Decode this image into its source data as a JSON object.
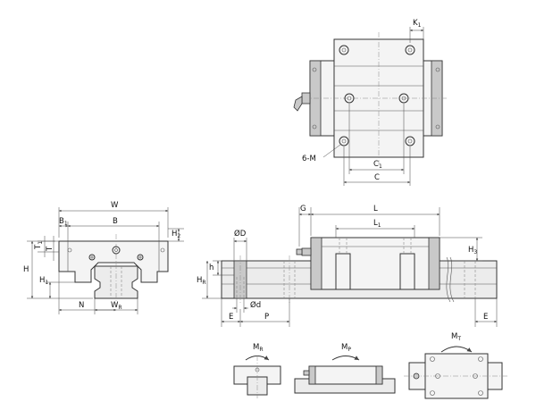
{
  "top_view": {
    "k1": "K",
    "k1_sub": "1",
    "six_m": "6-M",
    "c1": "C",
    "c1_sub": "1",
    "c": "C"
  },
  "end_view": {
    "w": "W",
    "b1": "B",
    "b1_sub": "1",
    "b": "B",
    "h2": "H",
    "h2_sub": "2",
    "t1": "T",
    "t1_sub": "1",
    "t": "T",
    "h": "H",
    "h1": "H",
    "h1_sub": "1",
    "n": "N",
    "wr": "W",
    "wr_sub": "R"
  },
  "side_view": {
    "g": "G",
    "l": "L",
    "l1": "L",
    "l1_sub": "1",
    "h3": "H",
    "h3_sub": "3",
    "od_big": "ØD",
    "h_small": "h",
    "hr": "H",
    "hr_sub": "R",
    "od_small": "Ød",
    "e_left": "E",
    "p": "P",
    "e_right": "E"
  },
  "moments": {
    "mr": "M",
    "mr_sub": "R",
    "mp": "M",
    "mp_sub": "P",
    "mt": "M",
    "mt_sub": "T"
  }
}
